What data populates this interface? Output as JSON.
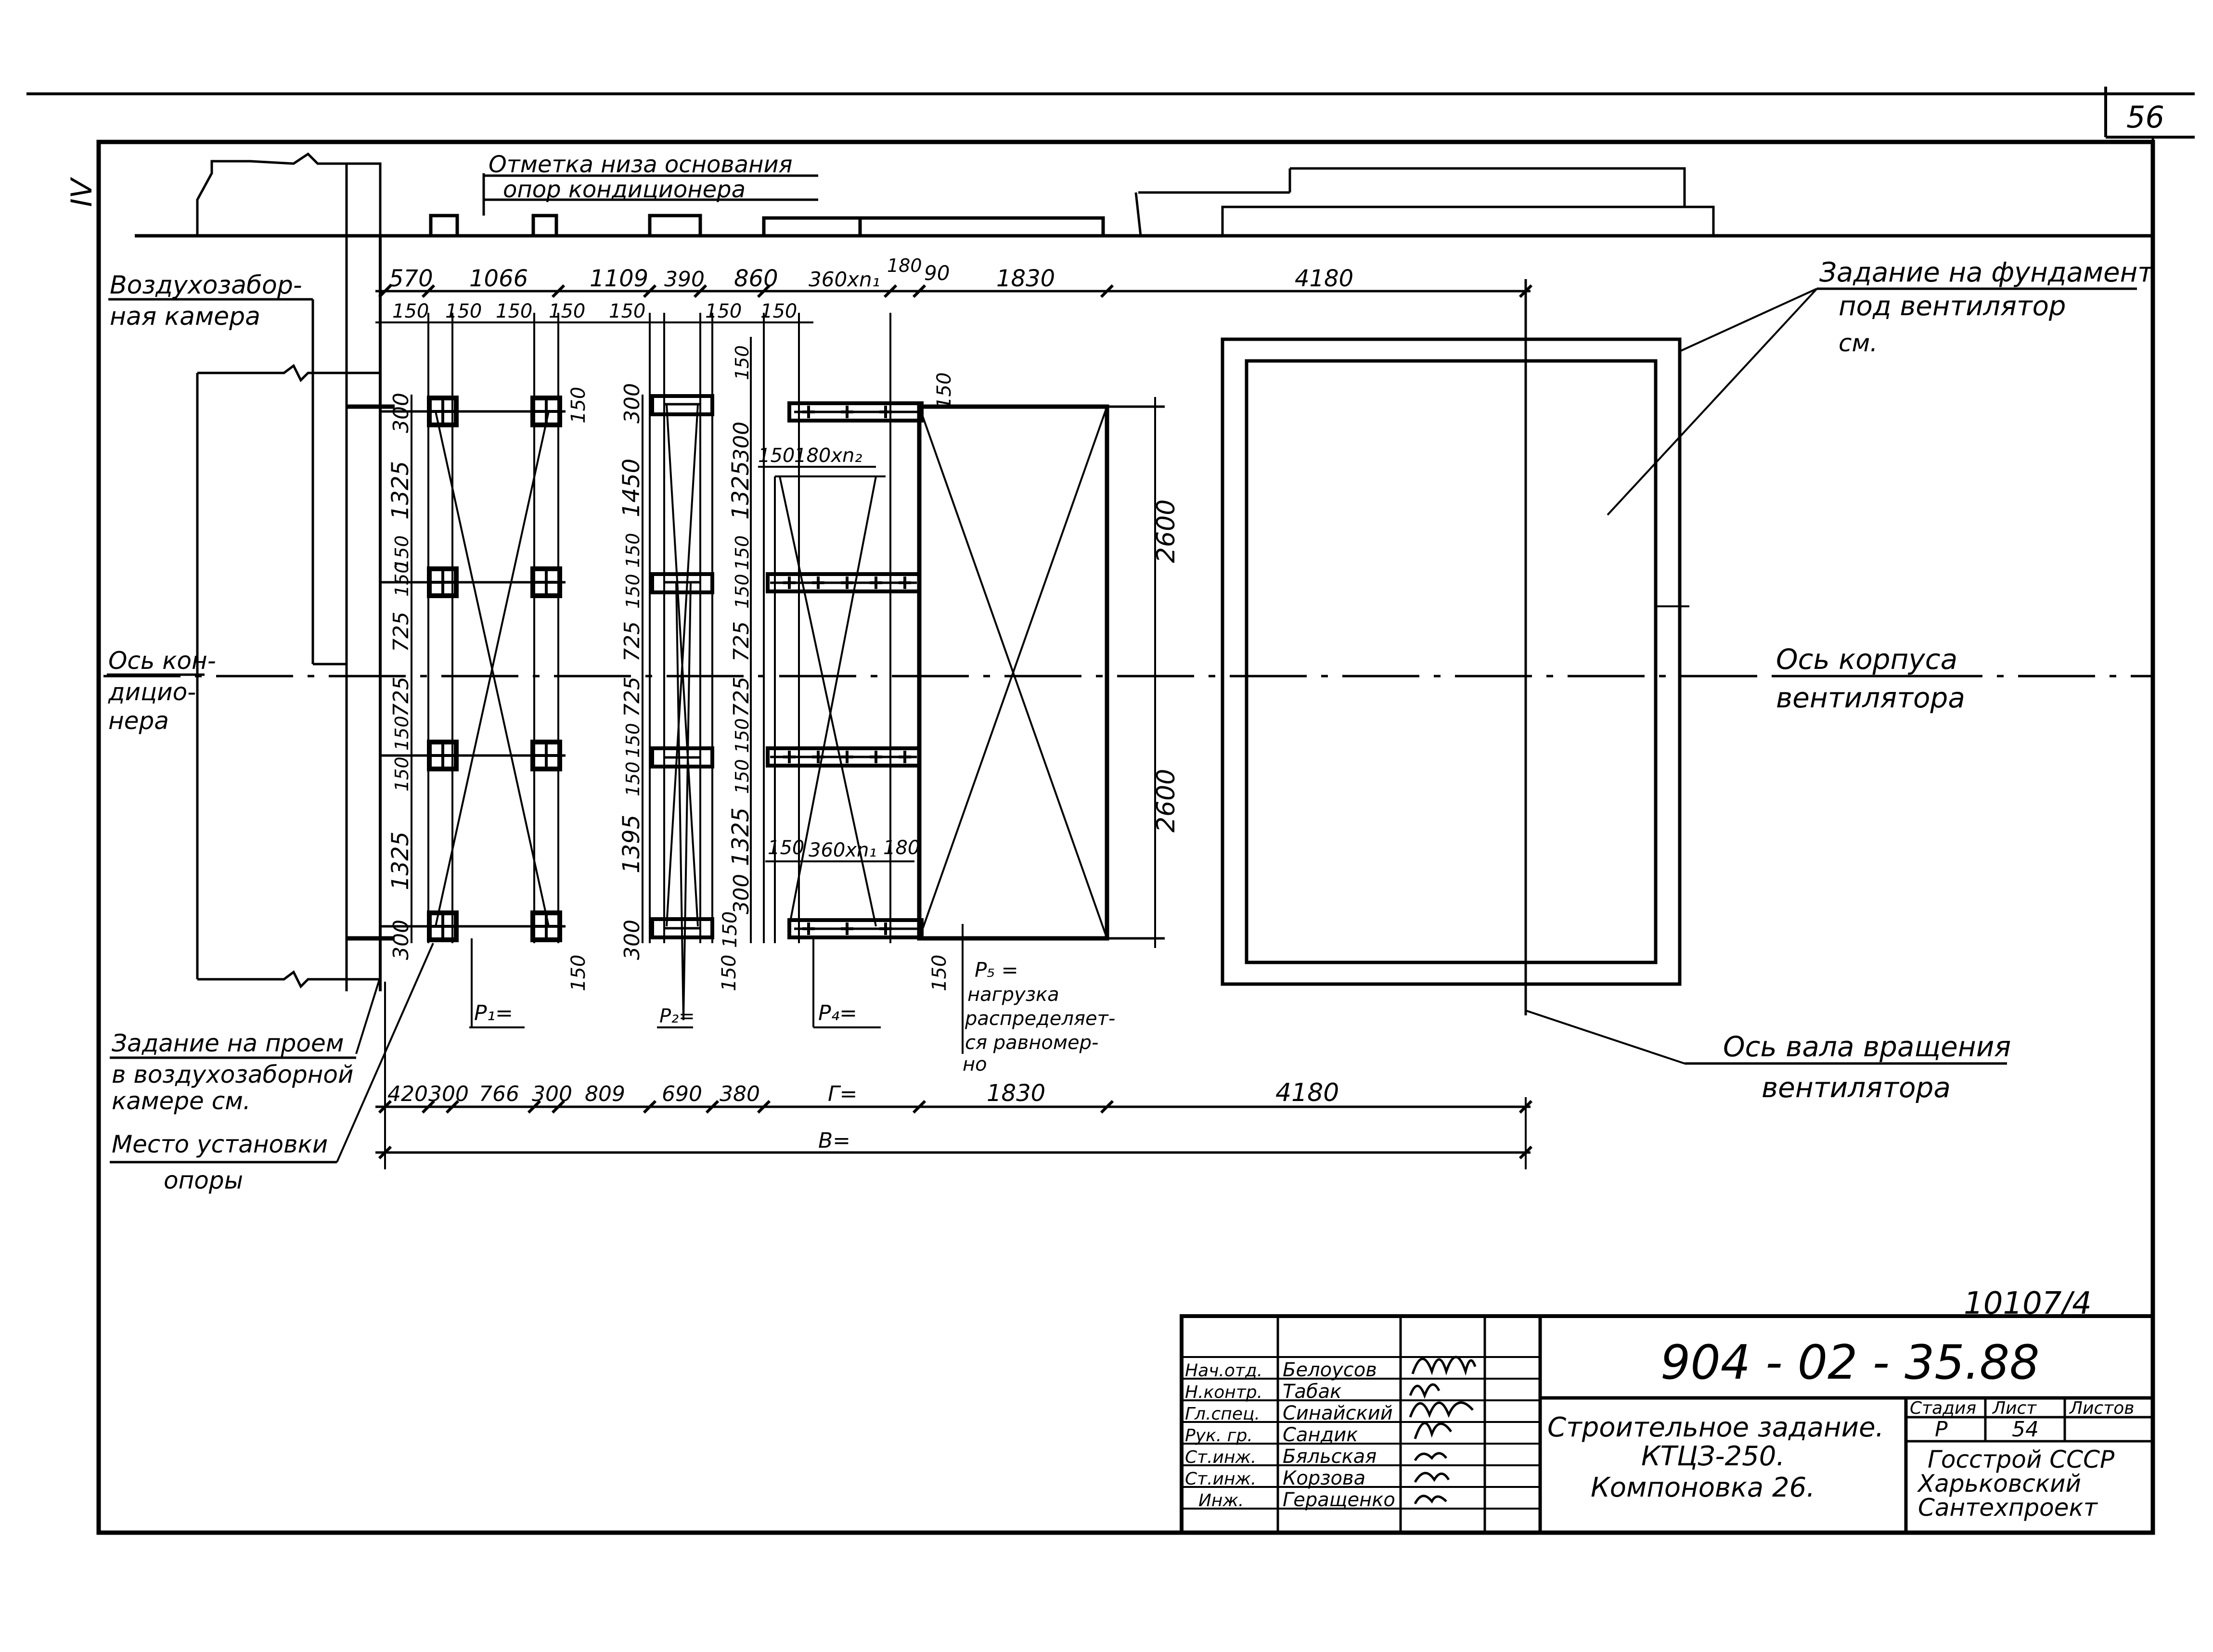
{
  "sheet_number": "56",
  "margin_mark": "IV",
  "labels": {
    "support_base_mark_line1": "Отметка низа основания",
    "support_base_mark_line2": "опор кондиционера",
    "intake_chamber_line1": "Воздухозабор-",
    "intake_chamber_line2": "ная камера",
    "fan_foundation_task_line1": "Задание на фундамент",
    "fan_foundation_task_line2": "под вентилятор",
    "fan_foundation_task_line3": "см.",
    "conditioner_axis_line1": "Ось кон-",
    "conditioner_axis_line2": "дицио-",
    "conditioner_axis_line3": "нера",
    "fan_body_axis_line1": "Ось корпуса",
    "fan_body_axis_line2": "вентилятора",
    "opening_task_line1": "Задание на проем",
    "opening_task_line2": "в воздухозаборной",
    "opening_task_line3": "камере см.",
    "support_place_line1": "Место установки",
    "support_place_line2": "опоры",
    "fan_shaft_axis_line1": "Ось вала вращения",
    "fan_shaft_axis_line2": "вентилятора",
    "load_p1": "P₁=",
    "load_p2": "P₂=",
    "load_p4": "P₄=",
    "load_p5_line1": "P₅ =",
    "load_p5_line2": "нагрузка",
    "load_p5_line3": "распределяет-",
    "load_p5_line4": "ся равномер-",
    "load_p5_line5": "но"
  },
  "dimensions": {
    "top_chain": [
      "570",
      "1066",
      "1109",
      "390",
      "860",
      "360xn₁",
      "180",
      "90",
      "1830",
      "4180"
    ],
    "top_small": [
      "150",
      "150",
      "150",
      "150",
      "150",
      "150",
      "150"
    ],
    "bottom_chain": [
      "420",
      "300",
      "766",
      "300",
      "809",
      "690",
      "380",
      "Г=",
      "1830",
      "4180"
    ],
    "overall": "В=",
    "left_vertical": [
      "300",
      "1325",
      "150",
      "150",
      "725",
      "725",
      "150",
      "150",
      "1325",
      "300"
    ],
    "mid_vertical": [
      "300",
      "1450",
      "150",
      "150",
      "725",
      "725",
      "150",
      "150",
      "1395",
      "300"
    ],
    "right_vertical": [
      "150",
      "300",
      "1325",
      "150",
      "150",
      "725",
      "725",
      "150",
      "150",
      "1325",
      "300"
    ],
    "fan_height_upper": "2600",
    "fan_height_lower": "2600",
    "frame_top": "180xn₂",
    "frame_top_left": "150",
    "frame_bottom": "360xn₁",
    "frame_bottom_left": "150",
    "frame_bottom_right": "180",
    "misc_150": [
      "150",
      "150",
      "150",
      "150",
      "150",
      "150"
    ]
  },
  "title_block": {
    "sheet_code": "10107/4",
    "document_number": "904 - 02 - 35.88",
    "title_line1": "Строительное задание.",
    "title_line2": "КТЦЗ-250.",
    "title_line3": "Компоновка 26.",
    "stage_header": "Стадия",
    "sheet_header": "Лист",
    "sheets_header": "Листов",
    "stage": "Р",
    "sheet": "54",
    "org_line1": "Госстрой СССР",
    "org_line2": "Харьковский",
    "org_line3": "Сантехпроект",
    "staff": [
      {
        "role": "Нач.отд.",
        "name": "Белоусов"
      },
      {
        "role": "Н.контр.",
        "name": "Табак"
      },
      {
        "role": "Гл.спец.",
        "name": "Синайский"
      },
      {
        "role": "Рук. гр.",
        "name": "Сандик"
      },
      {
        "role": "Ст.инж.",
        "name": "Бяльская"
      },
      {
        "role": "Ст.инж.",
        "name": "Корзова"
      },
      {
        "role": "Инж.",
        "name": "Геращенко"
      }
    ]
  }
}
